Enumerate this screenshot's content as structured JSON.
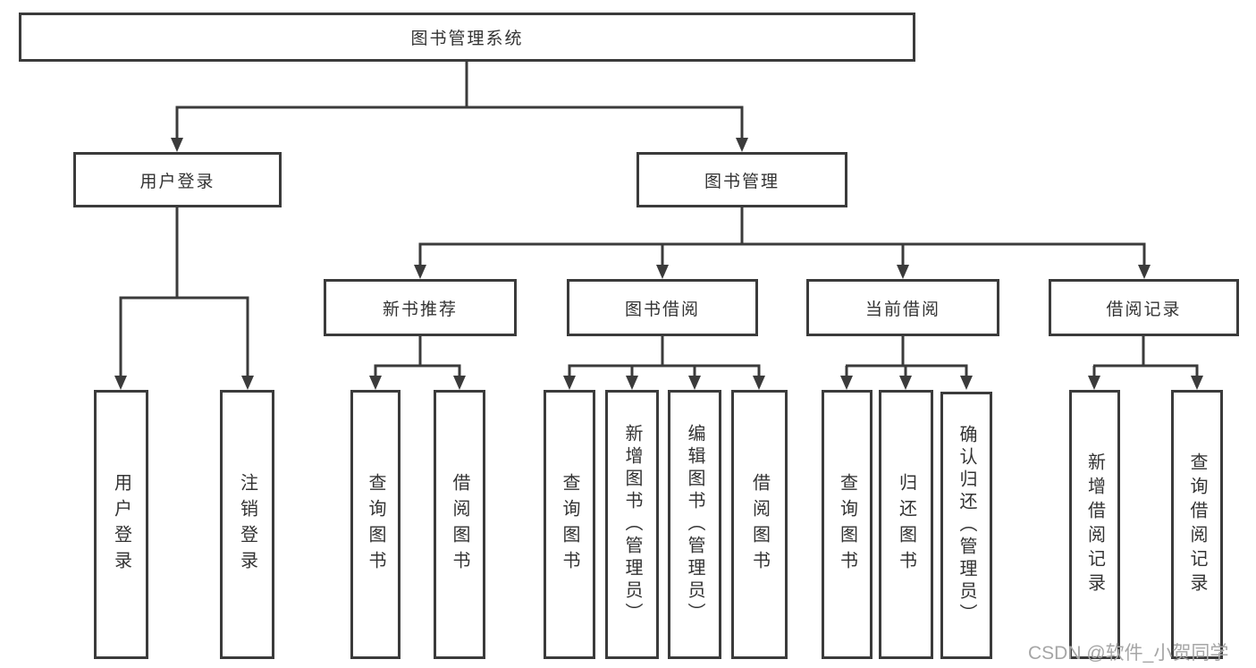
{
  "diagram_type": "hierarchy-tree",
  "colors": {
    "line": "#3b3b3b",
    "box_border": "#3b3b3b",
    "box_background": "#ffffff",
    "text": "#333333",
    "watermark": "#a6a6a6"
  },
  "tree": {
    "label": "图书管理系统",
    "children": [
      {
        "label": "用户登录",
        "children": [
          {
            "label": "用户登录"
          },
          {
            "label": "注销登录"
          }
        ]
      },
      {
        "label": "图书管理",
        "children": [
          {
            "label": "新书推荐",
            "children": [
              {
                "label": "查询图书"
              },
              {
                "label": "借阅图书"
              }
            ]
          },
          {
            "label": "图书借阅",
            "children": [
              {
                "label": "查询图书"
              },
              {
                "label": "新增图书（管理员）"
              },
              {
                "label": "编辑图书（管理员）"
              },
              {
                "label": "借阅图书"
              }
            ]
          },
          {
            "label": "当前借阅",
            "children": [
              {
                "label": "查询图书"
              },
              {
                "label": "归还图书"
              },
              {
                "label": "确认归还（管理员）"
              }
            ]
          },
          {
            "label": "借阅记录",
            "children": [
              {
                "label": "新增借阅记录"
              },
              {
                "label": "查询借阅记录"
              }
            ]
          }
        ]
      }
    ]
  },
  "watermark": "CSDN @软件_小贺同学"
}
